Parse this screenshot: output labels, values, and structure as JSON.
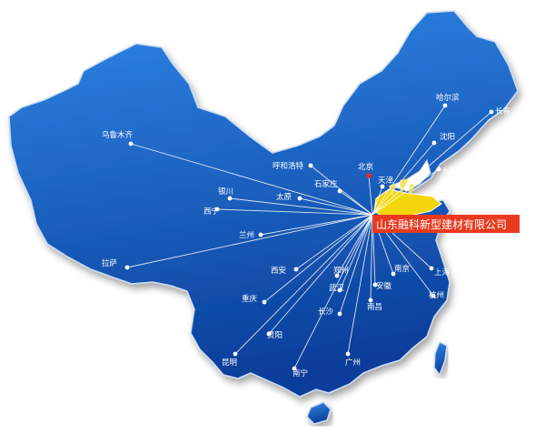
{
  "company": {
    "name": "山东融科新型建材有限公司"
  },
  "colors": {
    "map_fill_top": "#2f86e6",
    "map_fill_bottom": "#0a3e9a",
    "map_stroke": "#c9dcf5",
    "shandong": "#f2d60a",
    "hub_line": "#ffffff",
    "company_bg": "#e83a1e",
    "beijing_marker": "#e8281e"
  },
  "hub": {
    "name": "山东",
    "icon": "origin-hub"
  },
  "cities": [
    {
      "key": "urumqi",
      "name": "乌鲁木齐"
    },
    {
      "key": "lhasa",
      "name": "拉萨"
    },
    {
      "key": "xining",
      "name": "西宁"
    },
    {
      "key": "lanzhou",
      "name": "兰州"
    },
    {
      "key": "yinchuan",
      "name": "银川"
    },
    {
      "key": "hohhot",
      "name": "呼和浩特"
    },
    {
      "key": "taiyuan",
      "name": "太原"
    },
    {
      "key": "shijiazhuang",
      "name": "石家庄"
    },
    {
      "key": "beijing",
      "name": "北京"
    },
    {
      "key": "tianjin",
      "name": "天津"
    },
    {
      "key": "harbin",
      "name": "哈尔滨"
    },
    {
      "key": "changchun",
      "name": "长春"
    },
    {
      "key": "shenyang",
      "name": "沈阳"
    },
    {
      "key": "dalian",
      "name": "大连"
    },
    {
      "key": "xian",
      "name": "西安"
    },
    {
      "key": "zhengzhou",
      "name": "郑州"
    },
    {
      "key": "nanjing",
      "name": "南京"
    },
    {
      "key": "shanghai",
      "name": "上海"
    },
    {
      "key": "hefei",
      "name": "安徽"
    },
    {
      "key": "wuhan",
      "name": "武汉"
    },
    {
      "key": "hangzhou",
      "name": "杭州"
    },
    {
      "key": "chongqing",
      "name": "重庆"
    },
    {
      "key": "changsha",
      "name": "长沙"
    },
    {
      "key": "nanchang",
      "name": "南昌"
    },
    {
      "key": "guiyang",
      "name": "贵阳"
    },
    {
      "key": "kunming",
      "name": "昆明"
    },
    {
      "key": "nanning",
      "name": "南宁"
    },
    {
      "key": "guangzhou",
      "name": "广州"
    }
  ]
}
